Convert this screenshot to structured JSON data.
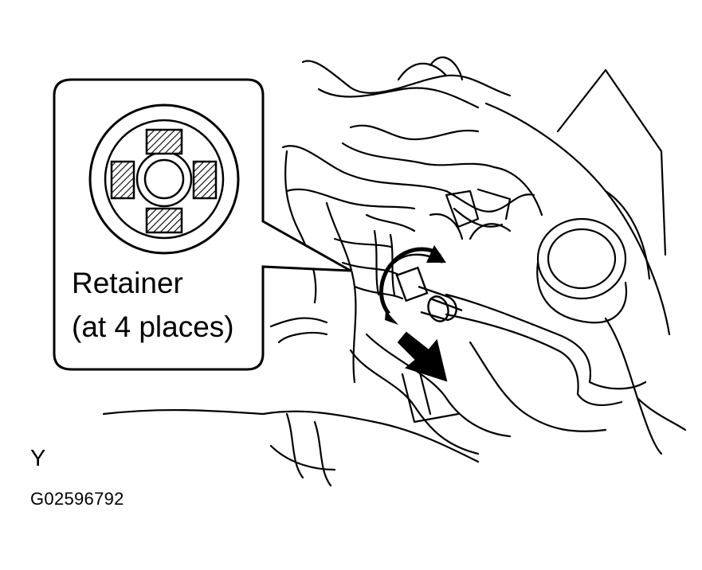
{
  "callout": {
    "line1": "Retainer",
    "line2": "(at 4 places)"
  },
  "view_letter": "Y",
  "figure_code": "G02596792",
  "icons": {
    "arrow": "black-arrow-pull-direction",
    "rotation": "curved-arrow-rotate"
  },
  "colors": {
    "line": "#000000",
    "background": "#ffffff",
    "hatch": "#000000"
  }
}
